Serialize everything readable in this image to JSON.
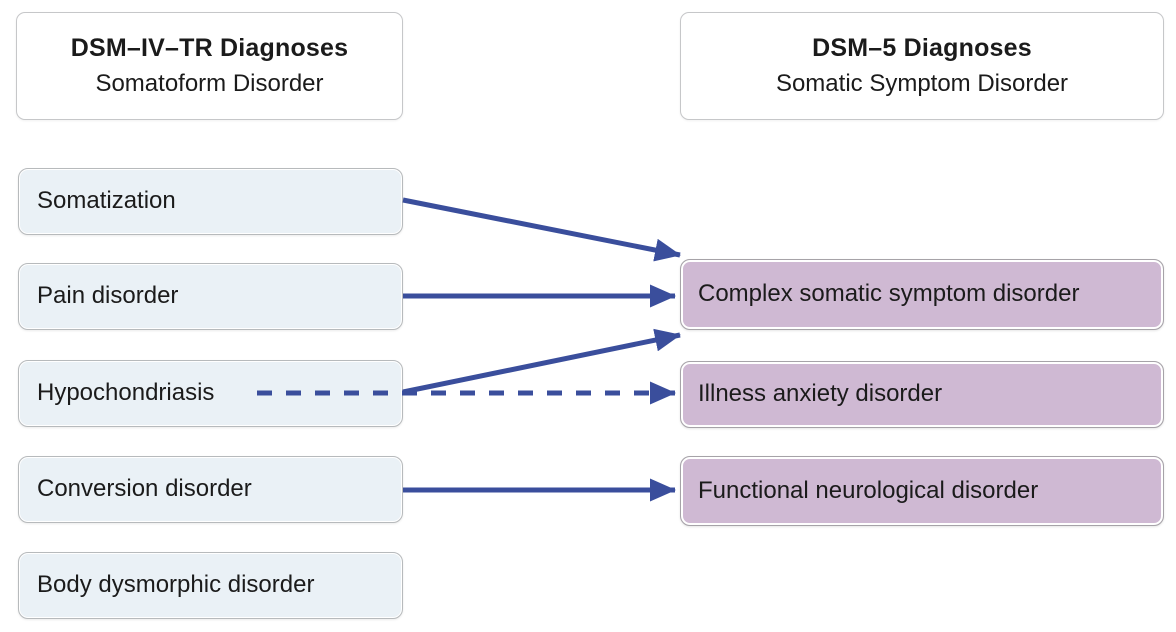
{
  "figure": {
    "left_column": {
      "header": {
        "title": "DSM–IV–TR Diagnoses",
        "subtitle": "Somatoform Disorder"
      },
      "items": [
        "Somatization",
        "Pain disorder",
        "Hypochondriasis",
        "Conversion disorder",
        "Body dysmorphic disorder"
      ]
    },
    "right_column": {
      "header": {
        "title": "DSM–5 Diagnoses",
        "subtitle": "Somatic Symptom Disorder"
      },
      "items": [
        "Complex somatic symptom disorder",
        "Illness anxiety disorder",
        "Functional neurological disorder"
      ]
    },
    "connections": [
      {
        "from": "Somatization",
        "to": "Complex somatic symptom disorder",
        "style": "solid"
      },
      {
        "from": "Pain disorder",
        "to": "Complex somatic symptom disorder",
        "style": "solid"
      },
      {
        "from": "Hypochondriasis",
        "to": "Complex somatic symptom disorder",
        "style": "solid"
      },
      {
        "from": "Hypochondriasis",
        "to": "Illness anxiety disorder",
        "style": "dashed"
      },
      {
        "from": "Conversion disorder",
        "to": "Functional neurological disorder",
        "style": "solid"
      }
    ],
    "colors": {
      "left_box_fill": "#eaf1f6",
      "right_box_fill": "#cfb9d3",
      "arrow": "#3a4e9c",
      "box_border_gray": "#b7babc",
      "text": "#1b1b1b"
    }
  }
}
